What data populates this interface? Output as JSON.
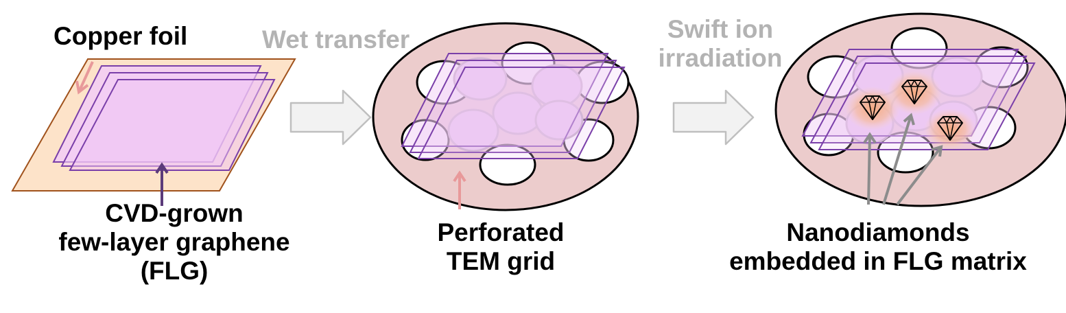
{
  "step1": {
    "copper_label": "Copper foil",
    "flg_label": [
      "CVD-grown",
      "few-layer graphene",
      "(FLG)"
    ]
  },
  "transfer1": {
    "label": "Wet transfer"
  },
  "step2": {
    "label": [
      "Perforated",
      "TEM grid"
    ]
  },
  "transfer2": {
    "label": [
      "Swift ion",
      "irradiation"
    ]
  },
  "step3": {
    "label": [
      "Nanodiamonds",
      "embedded in FLG matrix"
    ]
  },
  "icons": {
    "nanodiamond": "diamond-icon",
    "process_arrow": "block-arrow-right-icon"
  },
  "colors": {
    "copper_fill": "#fde3c9",
    "copper_edge": "#a0521c",
    "graphene_fill": "#f2cdf6",
    "graphene_edge": "#7a3fa9",
    "grid_fill": "#eccccc",
    "hole_fill": "#e8c8f0",
    "glow": "#f4a77a",
    "pointer_copper": "#e8999a",
    "pointer_flg": "#5b3b7a",
    "pointer_nd": "#8c8c8c",
    "process_arrow_fill": "#f2f2f2",
    "process_arrow_edge": "#bfbfbf",
    "process_text": "#b3b3b3"
  }
}
